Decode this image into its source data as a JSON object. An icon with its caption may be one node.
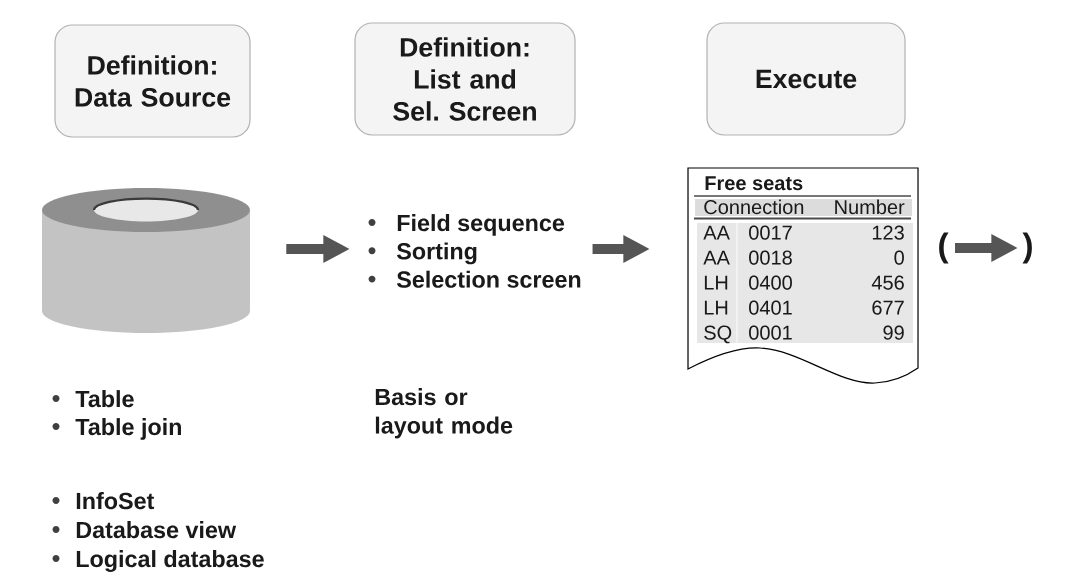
{
  "diagram": {
    "nodes": [
      {
        "text": [
          "Definition: Data Source"
        ]
      },
      {
        "text": [
          "Definition: List and Sel. Screen"
        ]
      },
      {
        "text": [
          "Execute"
        ]
      },
      {
        "text": [],
        "shape": "cylinder"
      },
      {
        "text": [
          "Field sequence",
          "Sorting",
          "Selection screen"
        ]
      },
      {
        "text": [
          "Free seats",
          "Connection",
          "Number",
          "AA",
          "0017",
          "123",
          "AA",
          "0018",
          "0",
          "LH",
          "0400",
          "456",
          "LH",
          "0401",
          "677",
          "SQ",
          "0001",
          "99"
        ]
      }
    ],
    "edges": [
      {
        "from": 3,
        "to": 4,
        "arrow": "to"
      },
      {
        "from": 4,
        "to": 5,
        "arrow": "to"
      }
    ],
    "labels": [
      "(",
      ")",
      "Table",
      "Table join",
      "Basis or layout mode",
      "InfoSet",
      "Database view",
      "Logical database"
    ]
  }
}
